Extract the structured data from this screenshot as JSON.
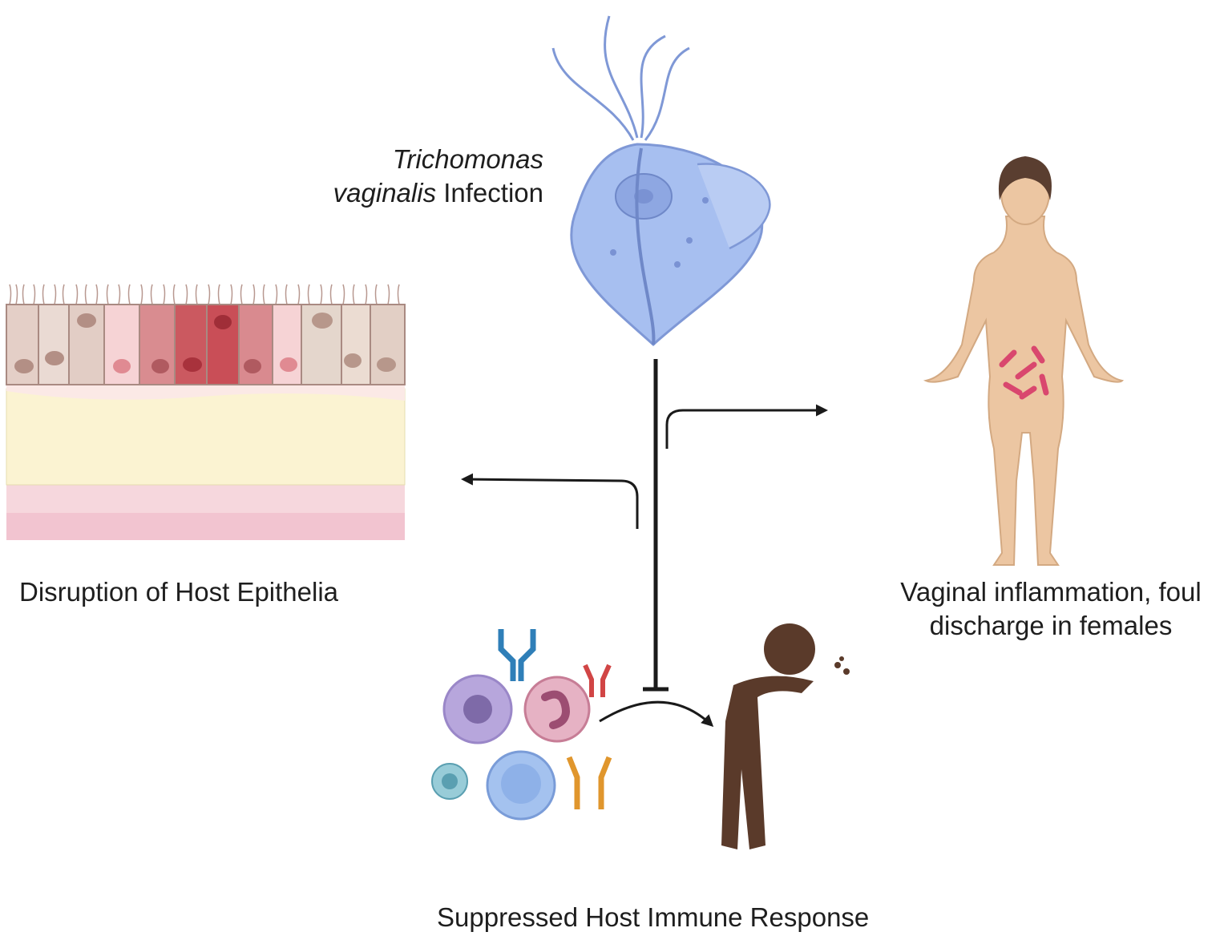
{
  "labels": {
    "organism_italic_1": "Trichomonas",
    "organism_italic_2": "vaginalis",
    "organism_suffix": " Infection",
    "epithelia": "Disruption of Host Epithelia",
    "vaginal_line1": "Vaginal inflammation, foul",
    "vaginal_line2": "discharge in females",
    "immune": "Suppressed Host Immune Response"
  },
  "colors": {
    "parasite": "#a7bff0",
    "parasite_outline": "#7f98d6",
    "arrow": "#1a1a1a",
    "person": "#5a3a2a",
    "skin": "#ecc6a2",
    "inflammation": "#d9476e"
  },
  "icons": {
    "parasite": "trichomonas-parasite-icon",
    "epithelium": "epithelial-tissue-icon",
    "woman": "female-body-icon",
    "immune_cells": "immune-cells-antibodies-icon",
    "sick_person": "sneezing-person-icon"
  }
}
